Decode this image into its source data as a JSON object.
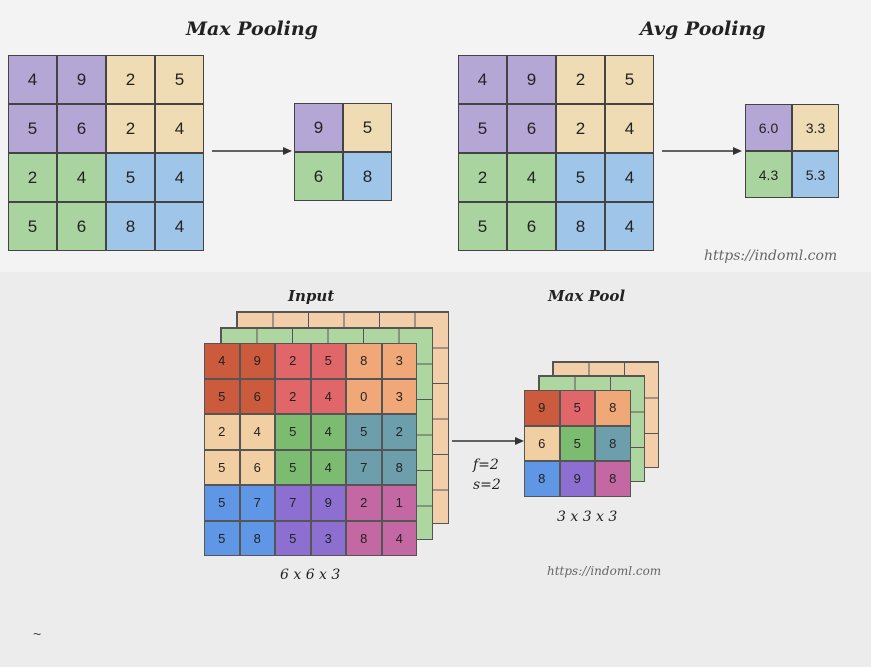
{
  "top": {
    "max": {
      "title": "Max Pooling",
      "input": [
        {
          "v": "4",
          "c": "#b4a7d6"
        },
        {
          "v": "9",
          "c": "#b4a7d6"
        },
        {
          "v": "2",
          "c": "#f0dcb4"
        },
        {
          "v": "5",
          "c": "#f0dcb4"
        },
        {
          "v": "5",
          "c": "#b4a7d6"
        },
        {
          "v": "6",
          "c": "#b4a7d6"
        },
        {
          "v": "2",
          "c": "#f0dcb4"
        },
        {
          "v": "4",
          "c": "#f0dcb4"
        },
        {
          "v": "2",
          "c": "#a9d4a0"
        },
        {
          "v": "4",
          "c": "#a9d4a0"
        },
        {
          "v": "5",
          "c": "#9fc5e8"
        },
        {
          "v": "4",
          "c": "#9fc5e8"
        },
        {
          "v": "5",
          "c": "#a9d4a0"
        },
        {
          "v": "6",
          "c": "#a9d4a0"
        },
        {
          "v": "8",
          "c": "#9fc5e8"
        },
        {
          "v": "4",
          "c": "#9fc5e8"
        }
      ],
      "output": [
        {
          "v": "9",
          "c": "#b4a7d6"
        },
        {
          "v": "5",
          "c": "#f0dcb4"
        },
        {
          "v": "6",
          "c": "#a9d4a0"
        },
        {
          "v": "8",
          "c": "#9fc5e8"
        }
      ]
    },
    "avg": {
      "title": "Avg Pooling",
      "input": [
        {
          "v": "4",
          "c": "#b4a7d6"
        },
        {
          "v": "9",
          "c": "#b4a7d6"
        },
        {
          "v": "2",
          "c": "#f0dcb4"
        },
        {
          "v": "5",
          "c": "#f0dcb4"
        },
        {
          "v": "5",
          "c": "#b4a7d6"
        },
        {
          "v": "6",
          "c": "#b4a7d6"
        },
        {
          "v": "2",
          "c": "#f0dcb4"
        },
        {
          "v": "4",
          "c": "#f0dcb4"
        },
        {
          "v": "2",
          "c": "#a9d4a0"
        },
        {
          "v": "4",
          "c": "#a9d4a0"
        },
        {
          "v": "5",
          "c": "#9fc5e8"
        },
        {
          "v": "4",
          "c": "#9fc5e8"
        },
        {
          "v": "5",
          "c": "#a9d4a0"
        },
        {
          "v": "6",
          "c": "#a9d4a0"
        },
        {
          "v": "8",
          "c": "#9fc5e8"
        },
        {
          "v": "4",
          "c": "#9fc5e8"
        }
      ],
      "output": [
        {
          "v": "6.0",
          "c": "#b4a7d6"
        },
        {
          "v": "3.3",
          "c": "#f0dcb4"
        },
        {
          "v": "4.3",
          "c": "#a9d4a0"
        },
        {
          "v": "5.3",
          "c": "#9fc5e8"
        }
      ]
    },
    "credit": "https://indoml.com"
  },
  "bottom": {
    "input_title": "Input",
    "output_title": "Max Pool",
    "input_dims": "6 x 6 x 3",
    "output_dims": "3 x 3 x 3",
    "params": {
      "f": "f=2",
      "s": "s=2"
    },
    "credit": "https://indoml.com",
    "input": [
      {
        "v": "4",
        "c": "#cc5a3c"
      },
      {
        "v": "9",
        "c": "#cc5a3c"
      },
      {
        "v": "2",
        "c": "#e0666a"
      },
      {
        "v": "5",
        "c": "#e0666a"
      },
      {
        "v": "8",
        "c": "#f0a878"
      },
      {
        "v": "3",
        "c": "#f0a878"
      },
      {
        "v": "5",
        "c": "#cc5a3c"
      },
      {
        "v": "6",
        "c": "#cc5a3c"
      },
      {
        "v": "2",
        "c": "#e0666a"
      },
      {
        "v": "4",
        "c": "#e0666a"
      },
      {
        "v": "0",
        "c": "#f0a878"
      },
      {
        "v": "3",
        "c": "#f0a878"
      },
      {
        "v": "2",
        "c": "#f2cfa2"
      },
      {
        "v": "4",
        "c": "#f2cfa2"
      },
      {
        "v": "5",
        "c": "#7cbc70"
      },
      {
        "v": "4",
        "c": "#7cbc70"
      },
      {
        "v": "5",
        "c": "#6d9eab"
      },
      {
        "v": "2",
        "c": "#6d9eab"
      },
      {
        "v": "5",
        "c": "#f2cfa2"
      },
      {
        "v": "6",
        "c": "#f2cfa2"
      },
      {
        "v": "5",
        "c": "#7cbc70"
      },
      {
        "v": "4",
        "c": "#7cbc70"
      },
      {
        "v": "7",
        "c": "#6d9eab"
      },
      {
        "v": "8",
        "c": "#6d9eab"
      },
      {
        "v": "5",
        "c": "#5f96e6"
      },
      {
        "v": "7",
        "c": "#5f96e6"
      },
      {
        "v": "7",
        "c": "#8c6fd0"
      },
      {
        "v": "9",
        "c": "#8c6fd0"
      },
      {
        "v": "2",
        "c": "#c468a4"
      },
      {
        "v": "1",
        "c": "#c468a4"
      },
      {
        "v": "5",
        "c": "#5f96e6"
      },
      {
        "v": "8",
        "c": "#5f96e6"
      },
      {
        "v": "5",
        "c": "#8c6fd0"
      },
      {
        "v": "3",
        "c": "#8c6fd0"
      },
      {
        "v": "8",
        "c": "#c468a4"
      },
      {
        "v": "4",
        "c": "#c468a4"
      }
    ],
    "output": [
      {
        "v": "9",
        "c": "#cc5a3c"
      },
      {
        "v": "5",
        "c": "#e0666a"
      },
      {
        "v": "8",
        "c": "#f0a878"
      },
      {
        "v": "6",
        "c": "#f2cfa2"
      },
      {
        "v": "5",
        "c": "#7cbc70"
      },
      {
        "v": "8",
        "c": "#6d9eab"
      },
      {
        "v": "8",
        "c": "#5f96e6"
      },
      {
        "v": "9",
        "c": "#8c6fd0"
      },
      {
        "v": "8",
        "c": "#c468a4"
      }
    ],
    "layer_colors": {
      "back": "#f2cfa8",
      "middle": "#aed6a0"
    }
  },
  "footer_mark": "~"
}
